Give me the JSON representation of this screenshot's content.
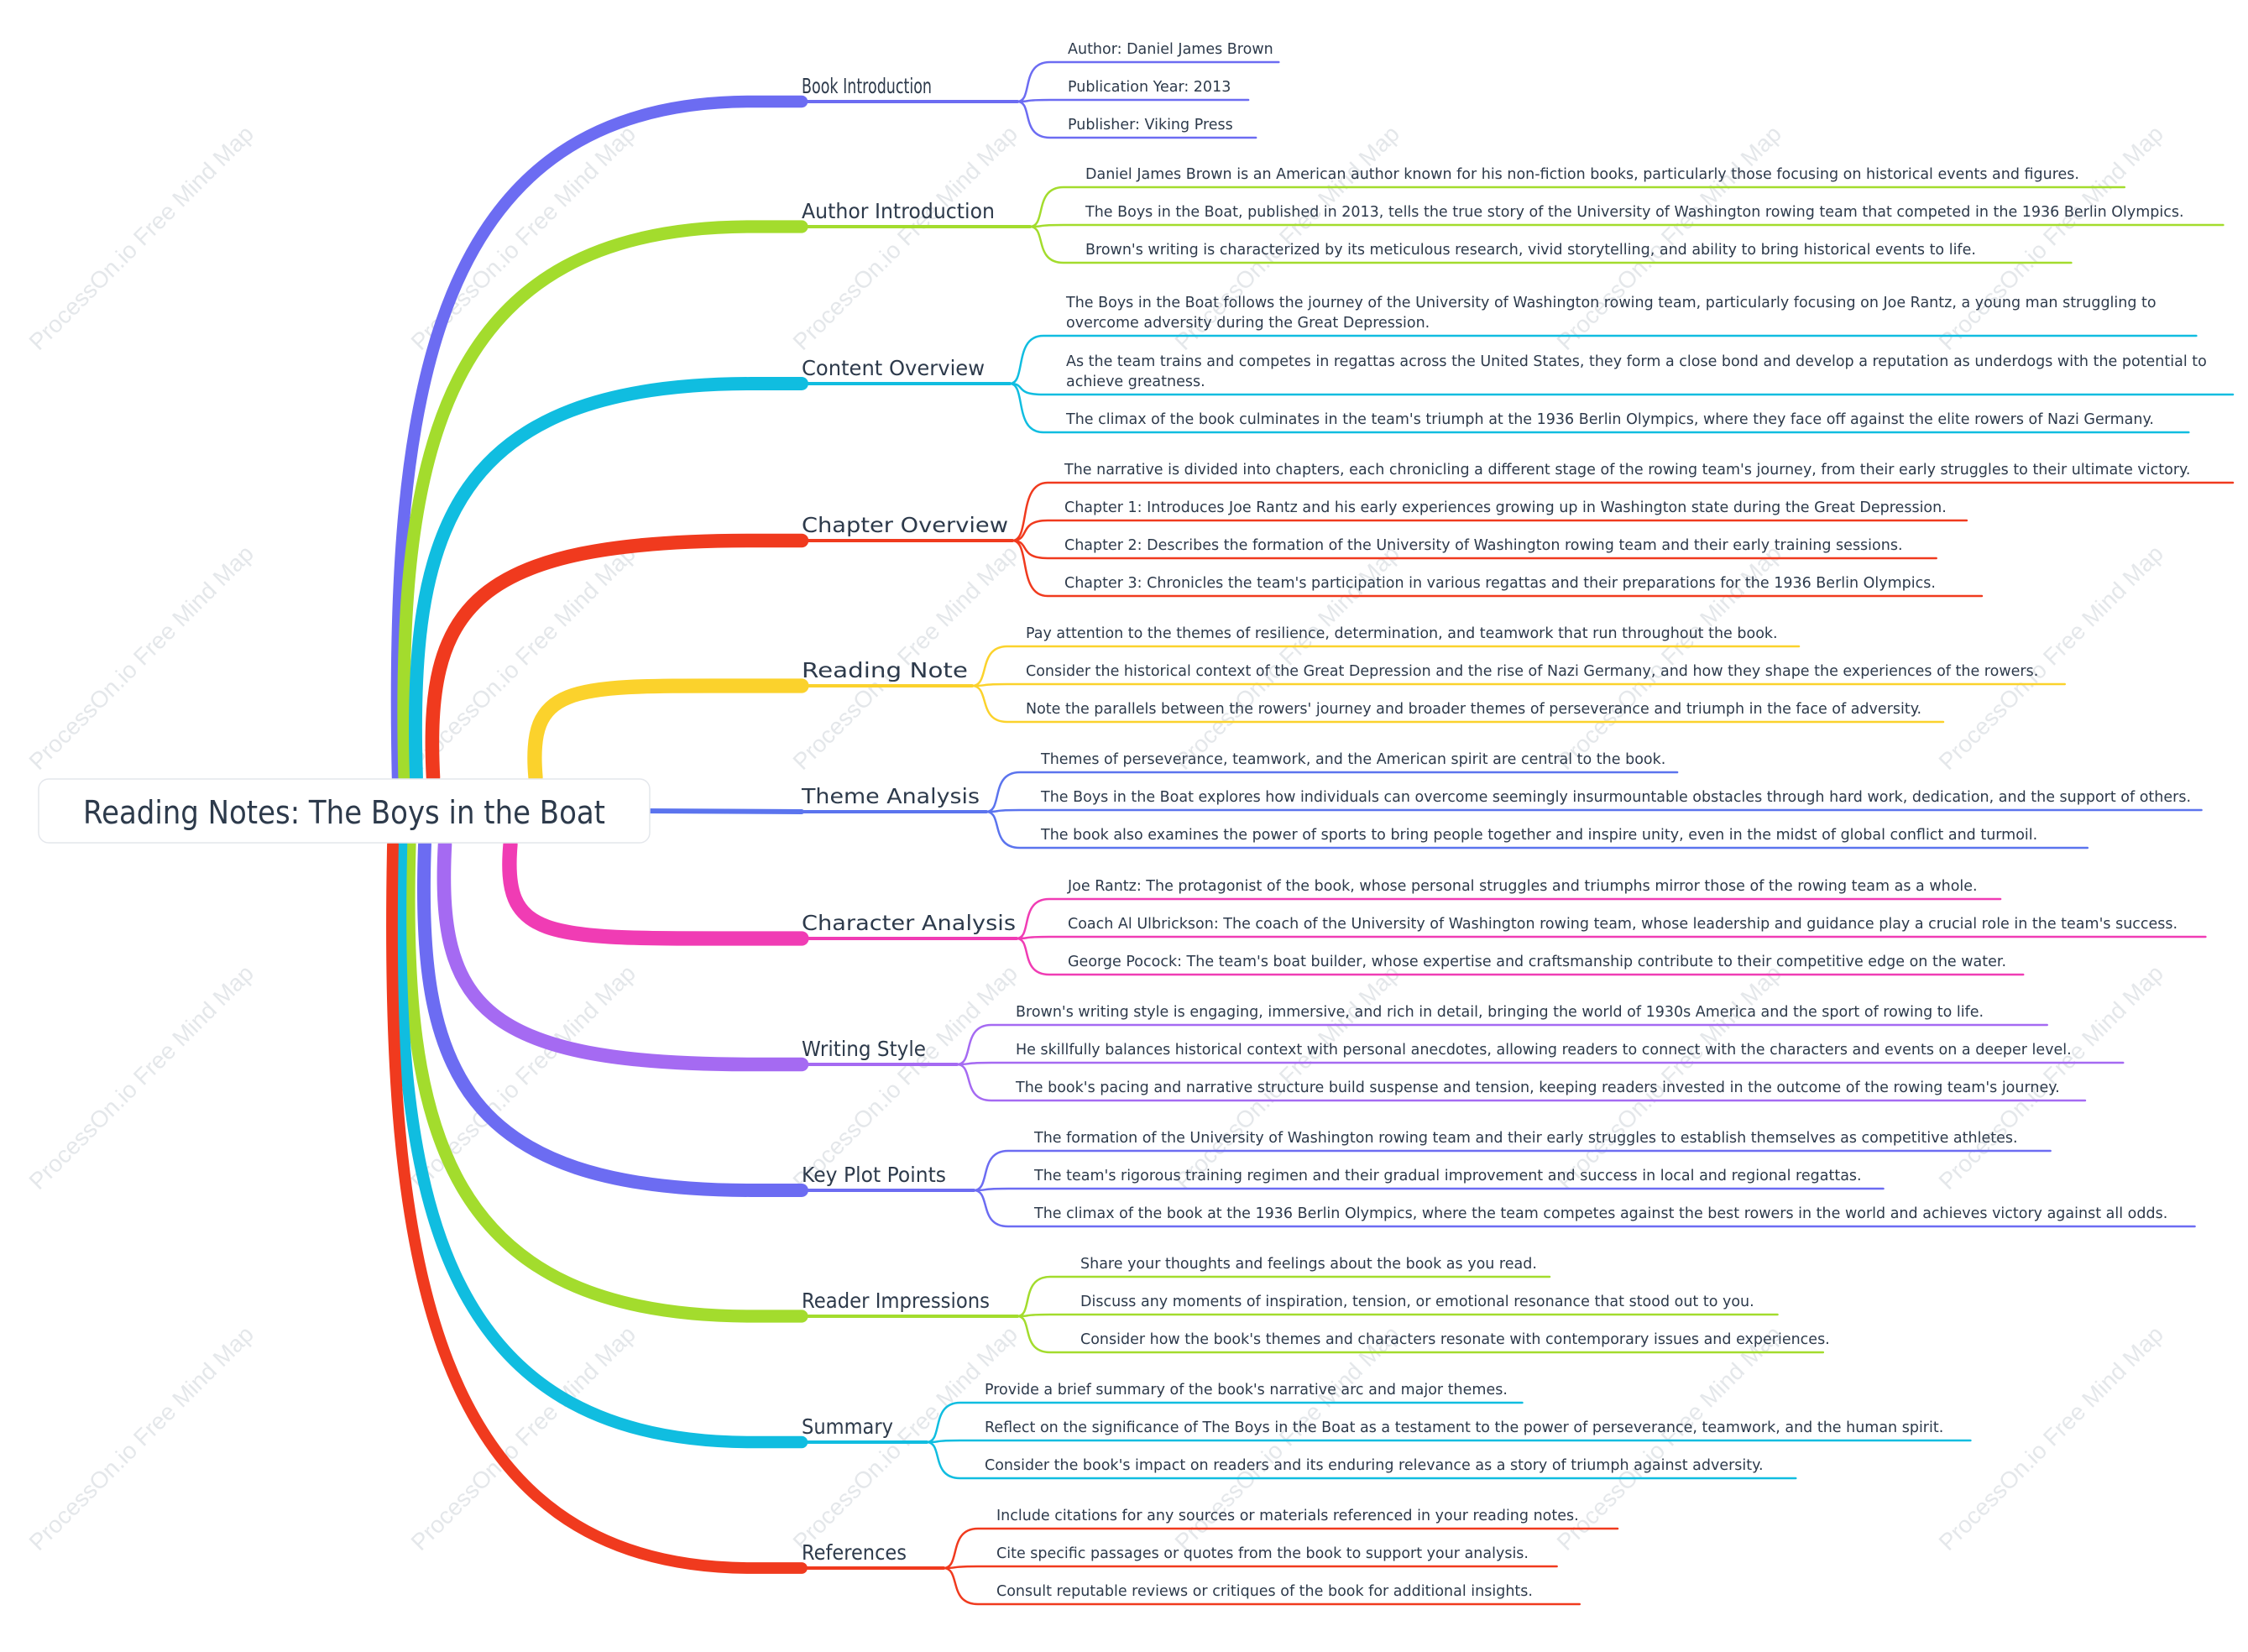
{
  "watermark": "ProcessOn.io Free Mind Map",
  "root": {
    "title": "Reading Notes: The Boys in the Boat"
  },
  "branches": [
    {
      "label": "Book Introduction",
      "color": "#6c6cf2",
      "items": [
        [
          "Author: Daniel James Brown"
        ],
        [
          "Publication Year: 2013"
        ],
        [
          "Publisher: Viking Press"
        ]
      ]
    },
    {
      "label": "Author Introduction",
      "color": "#a3dc2d",
      "items": [
        [
          "Daniel James Brown is an American author known for his non-fiction books, particularly those focusing on historical events and figures."
        ],
        [
          "The Boys in the Boat, published in 2013, tells the true story of the University of Washington rowing team that competed in the 1936 Berlin Olympics."
        ],
        [
          "Brown's writing is characterized by its meticulous research, vivid storytelling, and ability to bring historical events to life."
        ]
      ]
    },
    {
      "label": "Content Overview",
      "color": "#10bde0",
      "items": [
        [
          "The Boys in the Boat follows the journey of the University of Washington rowing team, particularly focusing on Joe Rantz, a young man struggling to",
          "overcome adversity during the Great Depression."
        ],
        [
          "As the team trains and competes in regattas across the United States, they form a close bond and develop a reputation as underdogs with the potential to",
          "achieve greatness."
        ],
        [
          "The climax of the book culminates in the team's triumph at the 1936 Berlin Olympics, where they face off against the elite rowers of Nazi Germany."
        ]
      ]
    },
    {
      "label": "Chapter Overview",
      "color": "#f03a1e",
      "items": [
        [
          "The narrative is divided into chapters, each chronicling a different stage of the rowing team's journey, from their early struggles to their ultimate victory."
        ],
        [
          "Chapter 1: Introduces Joe Rantz and his early experiences growing up in Washington state during the Great Depression."
        ],
        [
          "Chapter 2: Describes the formation of the University of Washington rowing team and their early training sessions."
        ],
        [
          "Chapter 3: Chronicles the team's participation in various regattas and their preparations for the 1936 Berlin Olympics."
        ]
      ]
    },
    {
      "label": "Reading Note",
      "color": "#fbd22c",
      "items": [
        [
          "Pay attention to the themes of resilience, determination, and teamwork that run throughout the book."
        ],
        [
          "Consider the historical context of the Great Depression and the rise of Nazi Germany, and how they shape the experiences of the rowers."
        ],
        [
          "Note the parallels between the rowers' journey and broader themes of perseverance and triumph in the face of adversity."
        ]
      ]
    },
    {
      "label": "Theme Analysis",
      "color": "#5b74ee",
      "items": [
        [
          "Themes of perseverance, teamwork, and the American spirit are central to the book."
        ],
        [
          "The Boys in the Boat explores how individuals can overcome seemingly insurmountable obstacles through hard work, dedication, and the support of others."
        ],
        [
          "The book also examines the power of sports to bring people together and inspire unity, even in the midst of global conflict and turmoil."
        ]
      ]
    },
    {
      "label": "Character Analysis",
      "color": "#f03cb4",
      "items": [
        [
          "Joe Rantz: The protagonist of the book, whose personal struggles and triumphs mirror those of the rowing team as a whole."
        ],
        [
          "Coach Al Ulbrickson: The coach of the University of Washington rowing team, whose leadership and guidance play a crucial role in the team's success."
        ],
        [
          "George Pocock: The team's boat builder, whose expertise and craftsmanship contribute to their competitive edge on the water."
        ]
      ]
    },
    {
      "label": "Writing Style",
      "color": "#a56af2",
      "items": [
        [
          "Brown's writing style is engaging, immersive, and rich in detail, bringing the world of 1930s America and the sport of rowing to life."
        ],
        [
          "He skillfully balances historical context with personal anecdotes, allowing readers to connect with the characters and events on a deeper level."
        ],
        [
          "The book's pacing and narrative structure build suspense and tension, keeping readers invested in the outcome of the rowing team's journey."
        ]
      ]
    },
    {
      "label": "Key Plot Points",
      "color": "#6c6cf2",
      "items": [
        [
          "The formation of the University of Washington rowing team and their early struggles to establish themselves as competitive athletes."
        ],
        [
          "The team's rigorous training regimen and their gradual improvement and success in local and regional regattas."
        ],
        [
          "The climax of the book at the 1936 Berlin Olympics, where the team competes against the best rowers in the world and achieves victory against all odds."
        ]
      ]
    },
    {
      "label": "Reader Impressions",
      "color": "#a3dc2d",
      "items": [
        [
          "Share your thoughts and feelings about the book as you read."
        ],
        [
          "Discuss any moments of inspiration, tension, or emotional resonance that stood out to you."
        ],
        [
          "Consider how the book's themes and characters resonate with contemporary issues and experiences."
        ]
      ]
    },
    {
      "label": "Summary",
      "color": "#10bde0",
      "items": [
        [
          "Provide a brief summary of the book's narrative arc and major themes."
        ],
        [
          "Reflect on the significance of The Boys in the Boat as a testament to the power of perseverance, teamwork, and the human spirit."
        ],
        [
          "Consider the book's impact on readers and its enduring relevance as a story of triumph against adversity."
        ]
      ]
    },
    {
      "label": "References",
      "color": "#f03a1e",
      "items": [
        [
          "Include citations for any sources or materials referenced in your reading notes."
        ],
        [
          "Cite specific passages or quotes from the book to support your analysis."
        ],
        [
          "Consult reputable reviews or critiques of the book for additional insights."
        ]
      ]
    }
  ]
}
